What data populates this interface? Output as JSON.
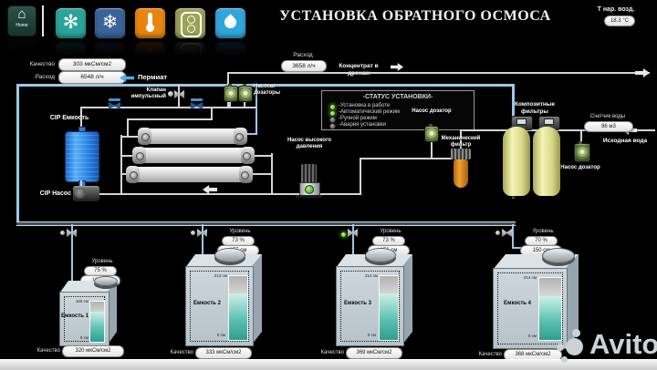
{
  "header": {
    "home": {
      "label": "Home",
      "glyph": "⌂"
    },
    "toolbar": [
      {
        "name": "fan",
        "glyph": "✻",
        "color": "#2aa39b"
      },
      {
        "name": "snowflake",
        "glyph": "❄",
        "color": "#3a639a"
      },
      {
        "name": "thermometer",
        "glyph": "",
        "color": "#e8850e"
      },
      {
        "name": "outlet",
        "glyph": "",
        "color": "#9aa255"
      },
      {
        "name": "water-drop",
        "glyph": "",
        "color": "#2ea7dc"
      }
    ],
    "title": "УСТАНОВКА ОБРАТНОГО ОСМОСА",
    "outdoor_temp": {
      "label": "Т нар. возд.",
      "value": "18.3 °C"
    }
  },
  "permeate_panel": {
    "quality_label": "Качество",
    "quality_value": "303 мкСм/см2",
    "flow_label": "Расход",
    "flow_value": "6548 л/ч",
    "arrow_label": "Пермиат"
  },
  "concentrate_panel": {
    "flow_label": "Расход",
    "flow_value": "3658 л/ч",
    "drain_label": "Концентрат в дренаж"
  },
  "status_panel": {
    "title": "-СТАТУС УСТАНОВКИ-",
    "items": [
      {
        "label": "-Установка в работе",
        "state": "on"
      },
      {
        "label": "-Автоматический режим",
        "state": "on"
      },
      {
        "label": "-Ручной режим",
        "state": "off"
      },
      {
        "label": "-Авария установки",
        "state": "off"
      }
    ]
  },
  "labels": {
    "impulse_valve": "Клапан импульсный",
    "cip_tank": "CIP Емкость",
    "cip_pump": "CIP Насос",
    "dosing_pumps": "Насосы дозаторы",
    "dosing_pump": "Насос дозатор",
    "hp_pump": "Насос высокого давления",
    "mech_filter": "Механический фильтр",
    "composite_filters": "Композитные фильтры",
    "water_meter_label": "Счетчик воды",
    "water_meter_value": "86 м3",
    "source_water": "Исходная вода"
  },
  "tanks": [
    {
      "name": "Емкость 1",
      "level_label": "Уровень",
      "level_pct": "75 %",
      "level_cm": "120 см",
      "quality_label": "Качество",
      "quality_value": "320 мкСм/см2",
      "gauge_max": "160 см",
      "gauge_min": "0 см",
      "level_percent": 75
    },
    {
      "name": "Емкость 2",
      "level_label": "Уровень",
      "level_pct": "73 %",
      "level_cm": "155 см",
      "quality_label": "Качество",
      "quality_value": "333 мкСм/см2",
      "gauge_max": "213 см",
      "gauge_min": "0 см",
      "level_percent": 73
    },
    {
      "name": "Емкость 3",
      "level_label": "Уровень",
      "level_pct": "73 %",
      "level_cm": "156 см",
      "quality_label": "Качество",
      "quality_value": "369 мкСм/см2",
      "gauge_max": "214 см",
      "gauge_min": "0 см",
      "level_percent": 73
    },
    {
      "name": "Емкость 4",
      "level_label": "Уровень",
      "level_pct": "70 %",
      "level_cm": "150 см",
      "quality_label": "Качество",
      "quality_value": "368 мкСм/см2",
      "gauge_max": "214 см",
      "gauge_min": "0 см",
      "level_percent": 70
    }
  ],
  "watermark": {
    "text": "Avito"
  }
}
